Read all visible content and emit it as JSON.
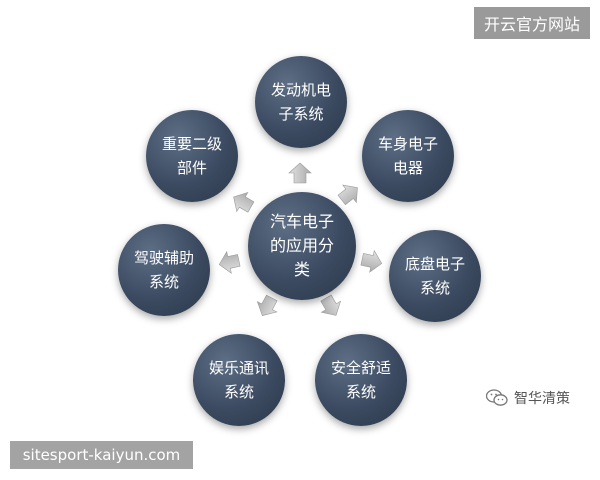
{
  "top_badge": "开云官方网站",
  "bottom_badge": "sitesport-kaiyun.com",
  "watermark": {
    "text": "智华清策",
    "icon": "wechat-icon"
  },
  "diagram": {
    "center": [
      "汽车电子",
      "的应用分",
      "类"
    ],
    "nodes": {
      "engine": [
        "发动机电",
        "子系统"
      ],
      "body": [
        "车身电子",
        "电器"
      ],
      "chassis": [
        "底盘电子",
        "系统"
      ],
      "safety": [
        "安全舒适",
        "系统"
      ],
      "entertainment": [
        "娱乐通讯",
        "系统"
      ],
      "driving": [
        "驾驶辅助",
        "系统"
      ],
      "secondary": [
        "重要二级",
        "部件"
      ]
    },
    "colors": {
      "node": "#3b4a60",
      "arrow": "#c8c8c8"
    }
  }
}
